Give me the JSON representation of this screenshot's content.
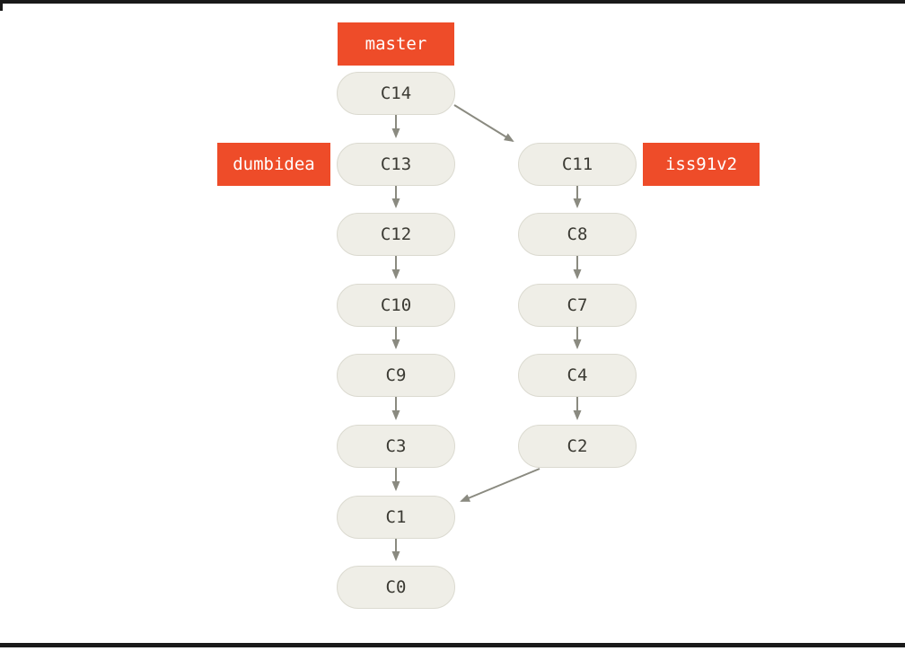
{
  "diagram": {
    "type": "git-commit-graph",
    "nodes": {
      "c14": "C14",
      "c13": "C13",
      "c12": "C12",
      "c10": "C10",
      "c9": "C9",
      "c3": "C3",
      "c1": "C1",
      "c0": "C0",
      "c11": "C11",
      "c8": "C8",
      "c7": "C7",
      "c4": "C4",
      "c2": "C2"
    },
    "branches": {
      "master": "master",
      "dumbidea": "dumbidea",
      "iss91v2": "iss91v2"
    },
    "branch_pointers": [
      {
        "branch": "master",
        "points_to": "C14",
        "label_position": "above"
      },
      {
        "branch": "dumbidea",
        "points_to": "C13",
        "label_position": "left"
      },
      {
        "branch": "iss91v2",
        "points_to": "C11",
        "label_position": "right"
      }
    ],
    "edges": [
      {
        "from": "C14",
        "to": "C13"
      },
      {
        "from": "C14",
        "to": "C11"
      },
      {
        "from": "C13",
        "to": "C12"
      },
      {
        "from": "C12",
        "to": "C10"
      },
      {
        "from": "C10",
        "to": "C9"
      },
      {
        "from": "C9",
        "to": "C3"
      },
      {
        "from": "C3",
        "to": "C1"
      },
      {
        "from": "C1",
        "to": "C0"
      },
      {
        "from": "C11",
        "to": "C8"
      },
      {
        "from": "C8",
        "to": "C7"
      },
      {
        "from": "C7",
        "to": "C4"
      },
      {
        "from": "C4",
        "to": "C2"
      },
      {
        "from": "C2",
        "to": "C1"
      }
    ],
    "colors": {
      "branch_label_bg": "#EE4C29",
      "branch_label_text": "#FFFFFF",
      "node_fill": "#EFEEE7",
      "node_border": "#DBDAD0",
      "node_text": "#3B3A33",
      "arrow": "#8A8A80",
      "page_border": "#1A1A1A",
      "background": "#FFFFFF"
    }
  }
}
